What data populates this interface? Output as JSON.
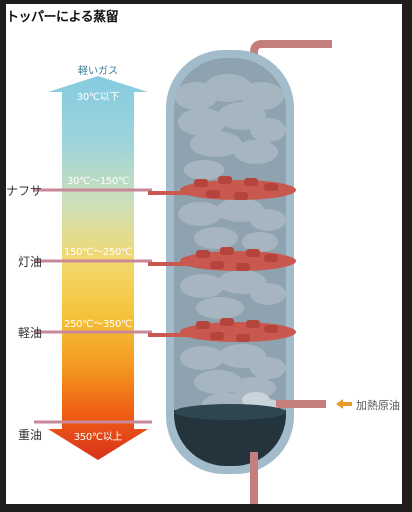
{
  "title": "トッパーによる蒸留",
  "top_label": "軽いガス",
  "temperatures": {
    "top": "30℃以下",
    "naphtha": "30℃～150℃",
    "kerosene": "150℃～250℃",
    "gasoil": "250℃～350℃",
    "heavy": "350℃以上"
  },
  "products": {
    "naphtha": "ナフサ",
    "kerosene": "灯油",
    "gasoil": "軽油",
    "heavy": "重油"
  },
  "feed_label": "加熱原油",
  "colors": {
    "tower_shell": "#a3bccb",
    "tower_inner": "#8ea2af",
    "tray": "#c9584e",
    "pipe": "#c47e7e",
    "residue": "#24343c",
    "arrow_feed": "#e59a2b"
  }
}
